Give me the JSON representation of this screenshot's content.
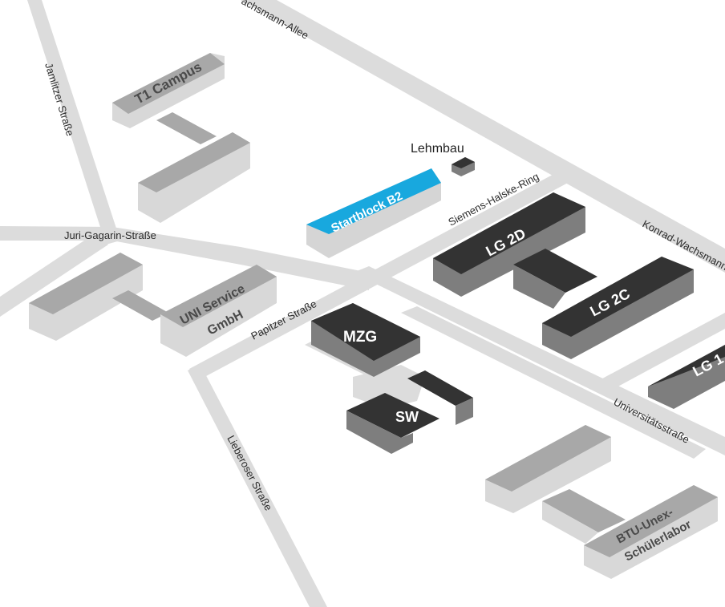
{
  "colors": {
    "background": "#ffffff",
    "road": "#dcdcdc",
    "building_light_top": "#a8a8a8",
    "building_light_side": "#d8d8d8",
    "building_dark_top": "#333333",
    "building_dark_side": "#7e7e7e",
    "highlight_top": "#18a8de",
    "highlight_side": "#d5d5d5"
  },
  "streets": {
    "wachsmann_allee": "achsmann-Allee",
    "jamlitzer": "Jamlitzer Straße",
    "juri_gagarin": "Juri-Gagarin-Straße",
    "siemens_halske": "Siemens-Halske-Ring",
    "konrad_wachsmann": "Konrad-Wachsmann",
    "papitzer": "Papitzer Straße",
    "lieberoser": "Lieberoser Straße",
    "universitaet": "Universitätsstraße"
  },
  "buildings": {
    "t1_campus": "T1 Campus",
    "startblock_b2": "Startblock B2",
    "lehmbau": "Lehmbau",
    "lg_2d": "LG 2D",
    "lg_2c": "LG 2C",
    "lg_partial": "LG 1",
    "uni_service_line1": "UNI Service",
    "uni_service_line2": "GmbH",
    "mzg": "MZG",
    "sw": "SW",
    "btu_line1": "BTU-Unex-",
    "btu_line2": "Schülerlabor"
  }
}
